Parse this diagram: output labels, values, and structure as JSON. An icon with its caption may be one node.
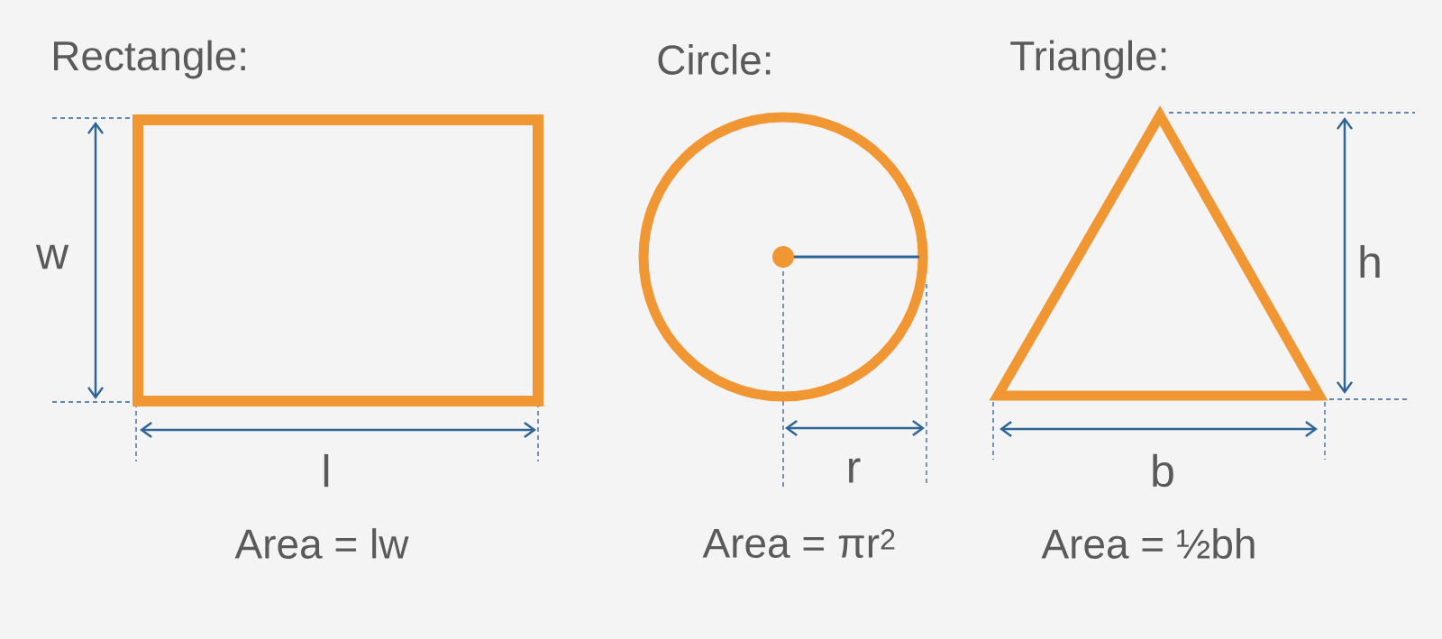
{
  "diagram": {
    "nodes": [
      {
        "text": [
          "Rectangle:"
        ]
      },
      {
        "text": [
          "Circle:"
        ]
      },
      {
        "text": [
          "Triangle:"
        ]
      }
    ],
    "labels": [
      "w",
      "l",
      "Area = lw",
      "r",
      "Area = πr$^{2}$",
      "h",
      "b",
      "Area = ½bh"
    ]
  }
}
